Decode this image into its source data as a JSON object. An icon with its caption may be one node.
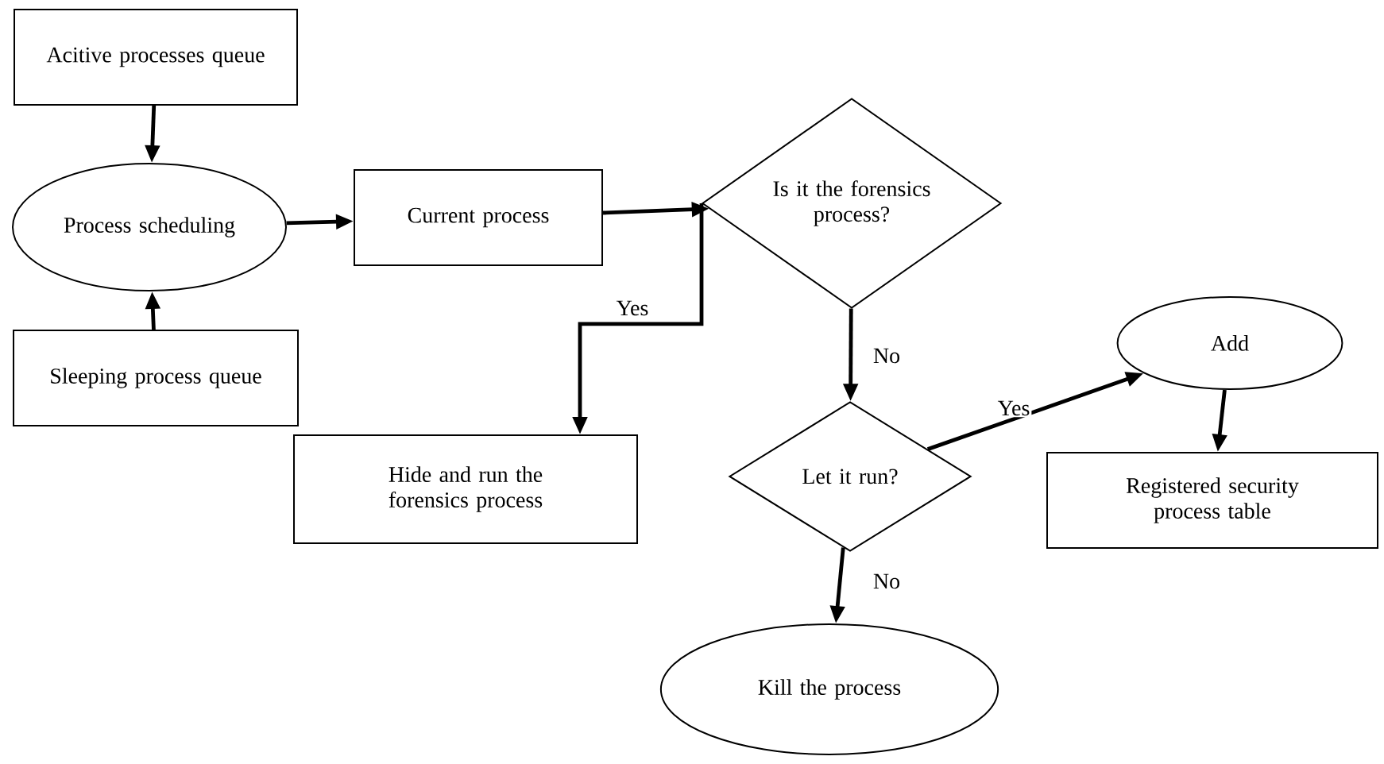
{
  "diagram": {
    "nodes": [
      {
        "text": [
          "Acitive processes queue"
        ]
      },
      {
        "text": [
          "Process scheduling"
        ]
      },
      {
        "text": [
          "Sleeping process queue"
        ]
      },
      {
        "text": [
          "Current process"
        ]
      },
      {
        "text": [
          "Is it the forensics process?"
        ]
      },
      {
        "text": [
          "Hide and run the forensics process"
        ]
      },
      {
        "text": [
          "Let it run?"
        ]
      },
      {
        "text": [
          "Kill the process"
        ]
      },
      {
        "text": [
          "Add"
        ]
      },
      {
        "text": [
          "Registered security process table"
        ]
      }
    ],
    "edges": [
      {
        "from": 0,
        "to": 1,
        "arrow": "to"
      },
      {
        "from": 2,
        "to": 1,
        "arrow": "to"
      },
      {
        "from": 1,
        "to": 3,
        "arrow": "to"
      },
      {
        "from": 3,
        "to": 4,
        "arrow": "to"
      },
      {
        "from": 4,
        "to": 5,
        "arrow": "to",
        "label": "Yes"
      },
      {
        "from": 4,
        "to": 6,
        "arrow": "to",
        "label": "No"
      },
      {
        "from": 6,
        "to": 8,
        "arrow": "to",
        "label": "Yes"
      },
      {
        "from": 8,
        "to": 9,
        "arrow": "to"
      },
      {
        "from": 6,
        "to": 7,
        "arrow": "to",
        "label": "No"
      }
    ]
  }
}
